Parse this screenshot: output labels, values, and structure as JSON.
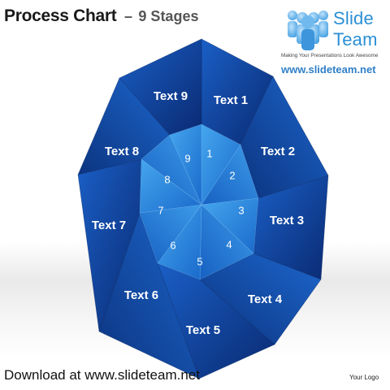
{
  "header": {
    "title": "Process Chart",
    "separator": "–",
    "subtitle": "9 Stages"
  },
  "logo": {
    "name_line1": "Slide",
    "name_line2": "Team",
    "tagline": "Making Your Presentations Look Awesome",
    "url": "www.slideteam.net"
  },
  "stages": [
    {
      "label": "Text 1",
      "number": "1"
    },
    {
      "label": "Text 2",
      "number": "2"
    },
    {
      "label": "Text 3",
      "number": "3"
    },
    {
      "label": "Text 4",
      "number": "4"
    },
    {
      "label": "Text 5",
      "number": "5"
    },
    {
      "label": "Text 6",
      "number": "6"
    },
    {
      "label": "Text 7",
      "number": "7"
    },
    {
      "label": "Text 8",
      "number": "8"
    },
    {
      "label": "Text 9",
      "number": "9"
    }
  ],
  "colors": {
    "outer_dark": "#0b2f78",
    "outer_mid": "#1659bd",
    "inner_light": "#3a9ae6",
    "inner_dark": "#1d6fcc"
  },
  "footer": {
    "download_text": "Download at www.slideteam.net",
    "logo_placeholder": "Your Logo"
  }
}
